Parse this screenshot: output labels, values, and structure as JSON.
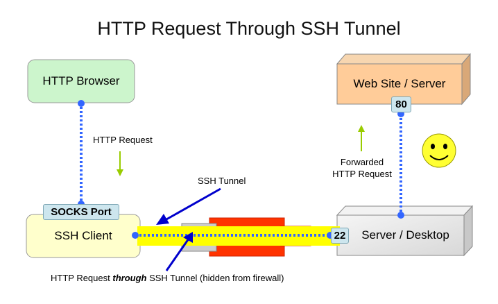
{
  "title": "HTTP Request Through SSH Tunnel",
  "nodes": {
    "browser": "HTTP Browser",
    "ssh_client": "SSH Client",
    "web_server": "Web Site / Server",
    "server_desktop": "Server / Desktop"
  },
  "ports": {
    "socks": "SOCKS Port",
    "http": "80",
    "ssh": "22"
  },
  "labels": {
    "http_request": "HTTP Request",
    "ssh_tunnel": "SSH Tunnel",
    "forwarded_line1": "Forwarded",
    "forwarded_line2": "HTTP Request",
    "bottom_pre": "HTTP Request ",
    "bottom_em": "through",
    "bottom_post": " SSH Tunnel (hidden from firewall)"
  },
  "colors": {
    "browser_fill": "#ccf5cc",
    "ssh_client_fill": "#ffffcc",
    "web_server_fill": "#ffcc99",
    "server_fill": "#e6e6e6",
    "dotted_line": "#3366ff",
    "tunnel": "#ffff00",
    "firewall": "#ff3300",
    "green_arrow": "#99cc00",
    "blue_arrow": "#0000cc"
  },
  "icons": {
    "smiley": "smiley-face-icon"
  }
}
